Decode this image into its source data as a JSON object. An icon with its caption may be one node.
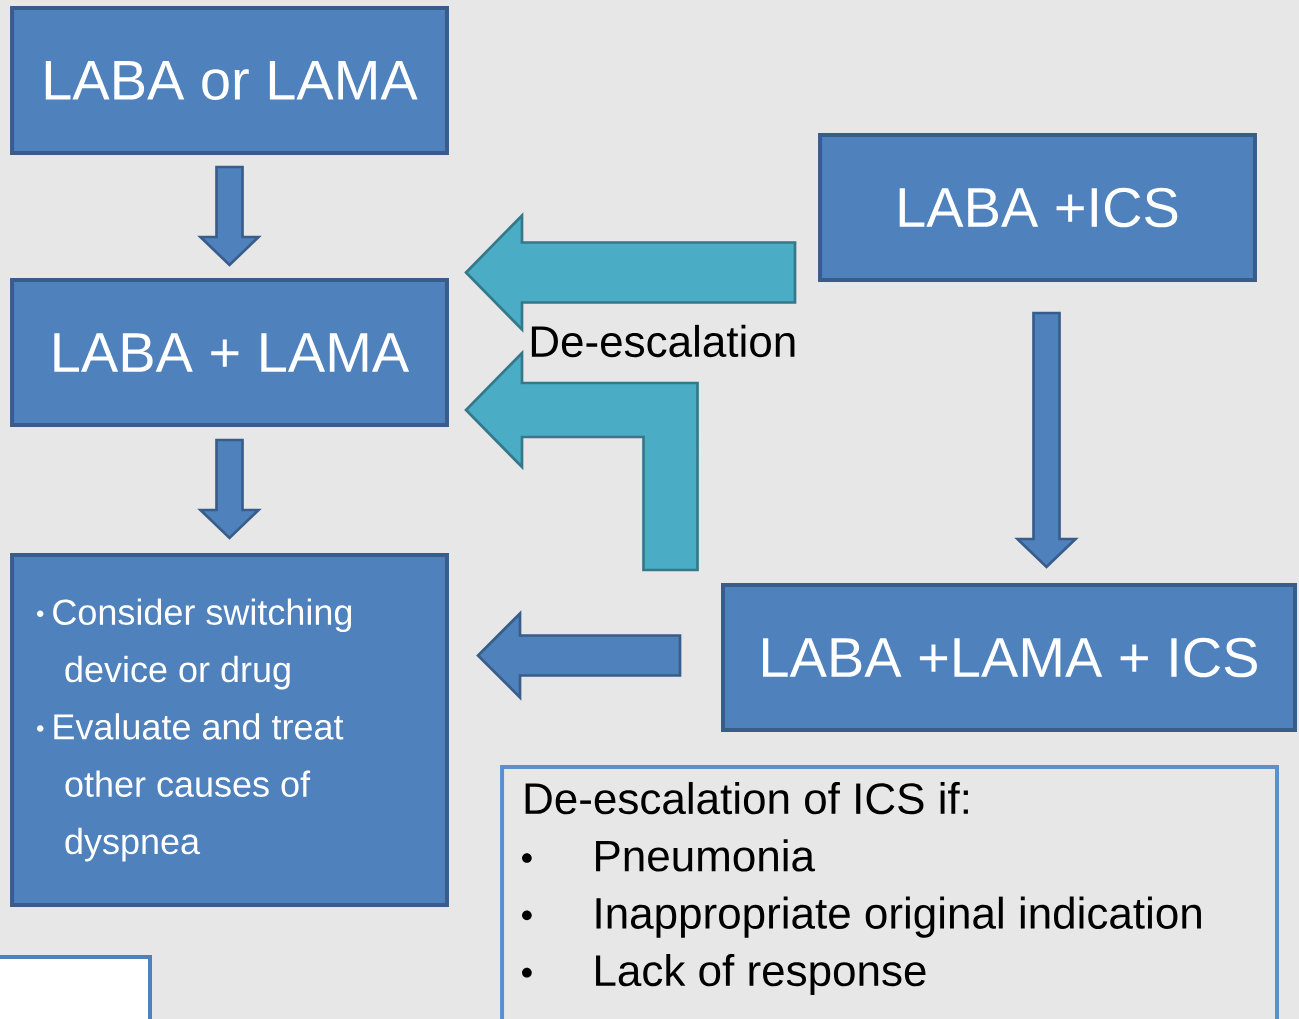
{
  "diagram": {
    "nodes": [
      {
        "text": [
          "LABA or LAMA"
        ]
      },
      {
        "text": [
          "LABA + LAMA"
        ]
      },
      {
        "text": [
          "Consider switching device or drug",
          "Evaluate and treat other causes of dyspnea"
        ]
      },
      {
        "text": [
          "LABA +ICS"
        ]
      },
      {
        "text": [
          "LABA +LAMA + ICS"
        ]
      },
      {
        "text": [
          "De-escalation of ICS if:",
          "Pneumonia",
          "Inappropriate original indication",
          "Lack of response"
        ]
      },
      {
        "text": [],
        "shape": "box"
      }
    ],
    "edges": [
      {
        "from": 0,
        "to": 1,
        "arrow": "to"
      },
      {
        "from": 1,
        "to": 2,
        "arrow": "to"
      },
      {
        "from": 3,
        "to": 4,
        "arrow": "to"
      },
      {
        "from": 4,
        "to": 2,
        "arrow": "to"
      },
      {
        "from": 3,
        "to": 1,
        "arrow": "to",
        "color": "#4bacc6"
      },
      {
        "from": 4,
        "to": 1,
        "arrow": "to",
        "color": "#4bacc6"
      }
    ],
    "labels": [
      "De-escalation"
    ]
  }
}
